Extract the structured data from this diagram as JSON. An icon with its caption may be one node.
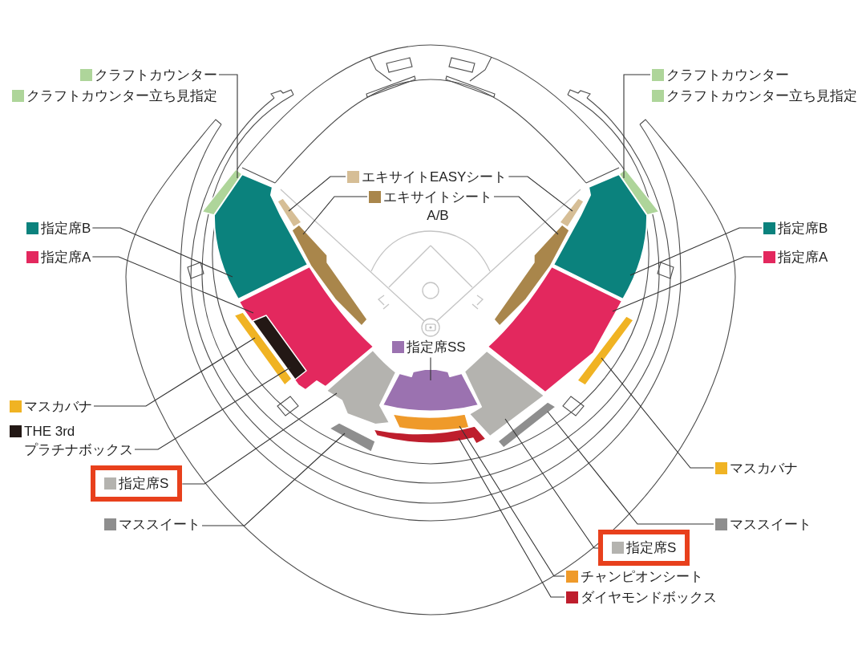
{
  "diagram": {
    "nodes": [
      {
        "text": [
          "クラフトカウンター",
          "クラフトカウンター立ち見指定"
        ]
      },
      {
        "text": [
          "クラフトカウンター",
          "クラフトカウンター立ち見指定"
        ]
      },
      {
        "text": [
          "エキサイトEASYシート"
        ]
      },
      {
        "text": [
          "エキサイトシート A/B"
        ]
      },
      {
        "text": [
          "指定席B"
        ]
      },
      {
        "text": [
          "指定席A"
        ]
      },
      {
        "text": [
          "指定席B"
        ]
      },
      {
        "text": [
          "指定席A"
        ]
      },
      {
        "text": [
          "指定席SS"
        ]
      },
      {
        "text": [
          "マスカバナ"
        ]
      },
      {
        "text": [
          "THE 3rd プラチナボックス"
        ]
      },
      {
        "text": [
          "指定席S"
        ]
      },
      {
        "text": [
          "マススイート"
        ]
      },
      {
        "text": [
          "マスカバナ"
        ]
      },
      {
        "text": [
          "マススイート"
        ]
      },
      {
        "text": [
          "指定席S"
        ]
      },
      {
        "text": [
          "チャンピオンシート"
        ]
      },
      {
        "text": [
          "ダイヤモンドボックス"
        ]
      },
      {
        "text": [],
        "shape": "bar"
      },
      {
        "text": [],
        "shape": "box"
      },
      {
        "text": [],
        "shape": "box"
      },
      {
        "text": [],
        "shape": "bar"
      },
      {
        "text": [],
        "shape": "bar"
      },
      {
        "text": [],
        "shape": "bar"
      },
      {
        "text": [],
        "shape": "bar"
      },
      {
        "text": [],
        "shape": "bar"
      },
      {
        "text": [],
        "shape": "box"
      },
      {
        "text": [],
        "shape": "box"
      },
      {
        "text": [],
        "shape": "box"
      },
      {
        "text": [],
        "shape": "bar"
      },
      {
        "text": [],
        "shape": "bar",
        "in": 20
      },
      {
        "text": [],
        "shape": "box"
      },
      {
        "text": [],
        "shape": "bar"
      },
      {
        "text": [],
        "shape": "bar"
      },
      {
        "text": [],
        "shape": "bar"
      },
      {
        "text": [],
        "shape": "box"
      },
      {
        "text": [],
        "shape": "bar"
      },
      {
        "text": [],
        "shape": "bar"
      }
    ],
    "edges": [
      {
        "from": 0,
        "to": 18,
        "arrow": "none"
      },
      {
        "from": 1,
        "to": 25,
        "arrow": "none"
      },
      {
        "from": 2,
        "to": 21,
        "arrow": "none"
      },
      {
        "from": 2,
        "to": 23,
        "arrow": "none"
      },
      {
        "from": 3,
        "to": 22,
        "arrow": "none"
      },
      {
        "from": 3,
        "to": 24,
        "arrow": "none"
      },
      {
        "from": 4,
        "to": 19,
        "arrow": "none"
      },
      {
        "from": 5,
        "to": 20,
        "arrow": "none"
      },
      {
        "from": 6,
        "to": 26,
        "arrow": "none"
      },
      {
        "from": 7,
        "to": 27,
        "arrow": "none"
      },
      {
        "from": 8,
        "to": 28,
        "arrow": "none"
      },
      {
        "from": 9,
        "to": 29,
        "arrow": "none"
      },
      {
        "from": 10,
        "to": 30,
        "arrow": "none"
      },
      {
        "from": 11,
        "to": 31,
        "arrow": "none"
      },
      {
        "from": 12,
        "to": 32,
        "arrow": "none"
      },
      {
        "from": 13,
        "to": 33,
        "arrow": "none"
      },
      {
        "from": 14,
        "to": 34,
        "arrow": "none"
      },
      {
        "from": 15,
        "to": 35,
        "arrow": "none"
      },
      {
        "from": 16,
        "to": 36,
        "arrow": "none"
      },
      {
        "from": 17,
        "to": 37,
        "arrow": "none"
      }
    ]
  }
}
